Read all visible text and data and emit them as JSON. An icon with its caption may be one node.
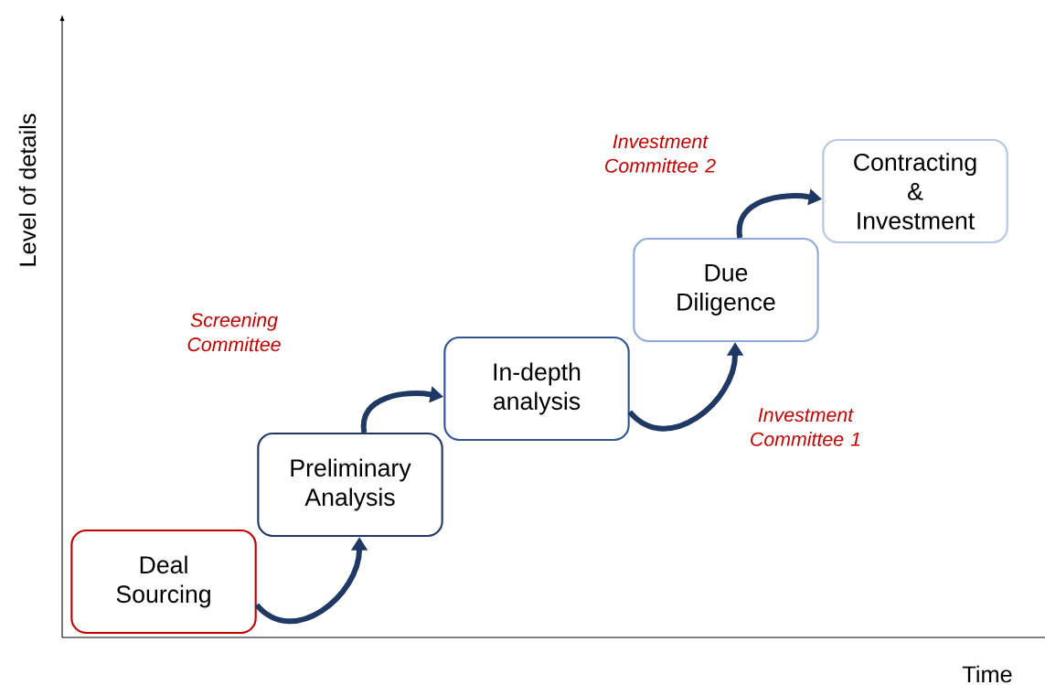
{
  "diagram": {
    "nodes": [
      {
        "text": [
          "Deal Sourcing"
        ]
      },
      {
        "text": [
          "Preliminary Analysis"
        ]
      },
      {
        "text": [
          "In-depth analysis"
        ]
      },
      {
        "text": [
          "Due Diligence"
        ]
      },
      {
        "text": [
          "Contracting & Investment"
        ]
      }
    ],
    "edges": [
      {
        "from": 0,
        "to": 1,
        "arrow": "to"
      },
      {
        "from": 1,
        "to": 2,
        "arrow": "to"
      },
      {
        "from": 2,
        "to": 3,
        "arrow": "to"
      },
      {
        "from": 3,
        "to": 4,
        "arrow": "to"
      }
    ],
    "labels": [
      "Investment Committee 2",
      "Screening Committee",
      "Investment Committee 1",
      "Level of details",
      "Time"
    ]
  }
}
